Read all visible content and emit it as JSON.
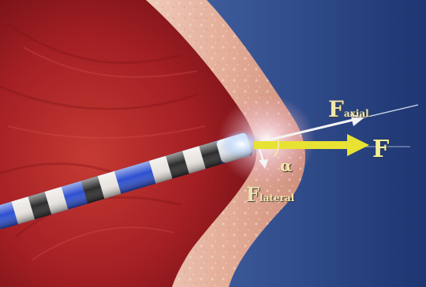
{
  "labels": {
    "f_axial": {
      "main": "F",
      "sub": "axial"
    },
    "f_lateral": {
      "main": "F",
      "sub": "lateral"
    },
    "f_resultant": "F",
    "alpha": "α"
  },
  "colors": {
    "tissue_red": "#b8262b",
    "tissue_dark": "#7a1216",
    "wall_pink": "#e9b9a6",
    "background_blue": "#2d4a86",
    "catheter_blue": "#2d4fd0",
    "force_arrow_yellow": "#e8e233",
    "axial_arrow_white": "#f4f4f4"
  }
}
